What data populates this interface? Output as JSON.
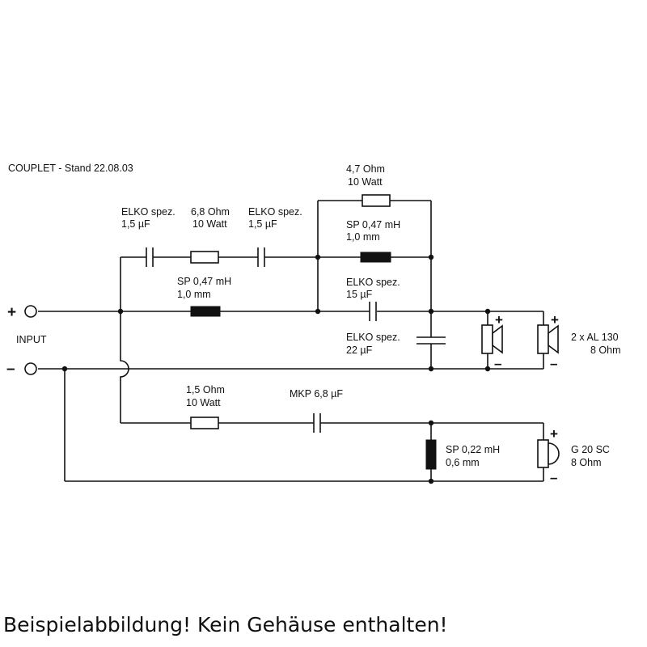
{
  "title": "COUPLET - Stand 22.08.03",
  "input_label": "INPUT",
  "terminal_plus": "+",
  "terminal_minus": "–",
  "components": {
    "c_in1": {
      "line1": "ELKO spez.",
      "line2": "1,5 µF"
    },
    "r_series": {
      "line1": "6,8 Ohm",
      "line2": "10 Watt"
    },
    "c_in2": {
      "line1": "ELKO spez.",
      "line2": "1,5 µF"
    },
    "r_top": {
      "line1": "4,7 Ohm",
      "line2": "10 Watt"
    },
    "l_par": {
      "line1": "SP 0,47 mH",
      "line2": "1,0 mm"
    },
    "l_main": {
      "line1": "SP 0,47 mH",
      "line2": "1,0 mm"
    },
    "c_series": {
      "line1": "ELKO spez.",
      "line2": "15 µF"
    },
    "c_shunt": {
      "line1": "ELKO spez.",
      "line2": "22 µF"
    },
    "r_tw": {
      "line1": "1,5 Ohm",
      "line2": "10 Watt"
    },
    "c_tw": {
      "line1": "MKP 6,8 µF"
    },
    "l_tw": {
      "line1": "SP 0,22 mH",
      "line2": "0,6 mm"
    }
  },
  "speakers": {
    "woofer": {
      "line1": "2 x AL 130",
      "line2": "8 Ohm"
    },
    "tweeter": {
      "line1": "G 20 SC",
      "line2": "8 Ohm"
    }
  },
  "caption": "Beispielabbildung! Kein Gehäuse enthalten!"
}
